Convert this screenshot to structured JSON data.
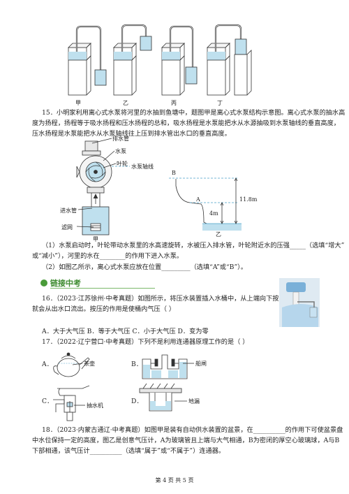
{
  "top_labels": [
    "甲",
    "乙",
    "丙",
    "丁"
  ],
  "q15": {
    "lines": [
      "15．小明家利用离心式水泵将河里的水抽到鱼塘中，题图甲是离心式水泵结构示意图。离心式水泵的抽水高",
      "度为扬程，扬程等于吸水扬程和压水扬程的总和，吸水扬程是水泵能把水从水源抽吸到水泵轴线的垂直高度，",
      "压水扬程是水泵能把水从水泵轴线往上压到排水管出水口的垂直高度。"
    ],
    "fig_labels": {
      "outlet": "排水管",
      "pump": "水泵",
      "impeller": "叶轮",
      "axis": "水泵轴线",
      "inlet": "进水管",
      "filter": "滤网",
      "jia": "甲",
      "B": "B",
      "A": "A",
      "h1": "11.8m",
      "h2": "4m",
      "yi": "乙"
    },
    "sub1": [
      "（1）水泵启动时，叶轮带动水泵里的水高速旋转，水被压入排水管，叶轮附近水的压强_____（选填“增大”",
      "或“减小”），河里的水在________的作用下进入水泵。"
    ],
    "sub2": "（2）如图乙所示，离心式水泵应放在位置_________（选填“A”或“B”）。"
  },
  "banner": "链接中考",
  "q16": {
    "lines": [
      "16．（2023·江苏徐州·中考真题）如图所示，将压水装置插入水桶中，从上端向下按压，水",
      "就会从出水口流出。按压的作用是使桶内气压（      ）"
    ],
    "options": "A．大于大气压    B．等于大气压    C．小于大气压    D．变为零"
  },
  "q17": {
    "line": "17．（2022·辽宁营口·中考真题）下列不是利用连通器原理工作的是（      ）",
    "A_letter": "A．",
    "A_label": "茶壶",
    "B_letter": "B．",
    "B_label": "船闸",
    "C_letter": "C．",
    "C_label": "抽水机",
    "D_letter": "D．",
    "D_label": "地漏"
  },
  "q18": {
    "lines": [
      "18．（2023·内蒙古通辽·中考真题）如图甲是装有自动供水装置的盆景，在__________的作用下可使盆景盘",
      "中水位保持一定的高度，图乙是创意气压计，A为玻璃管且上端与大气相通，B为密闭的厚空心玻璃球，A与B",
      "下部相通，该气压计__________（选填“属于”或“不属于”）连通器。"
    ]
  },
  "footer": "第 4 页  共 5 页",
  "colors": {
    "banner_green": "#3d8b2f",
    "water_blue": "#bfe0ee",
    "dash_blue": "#4aa0c8"
  }
}
